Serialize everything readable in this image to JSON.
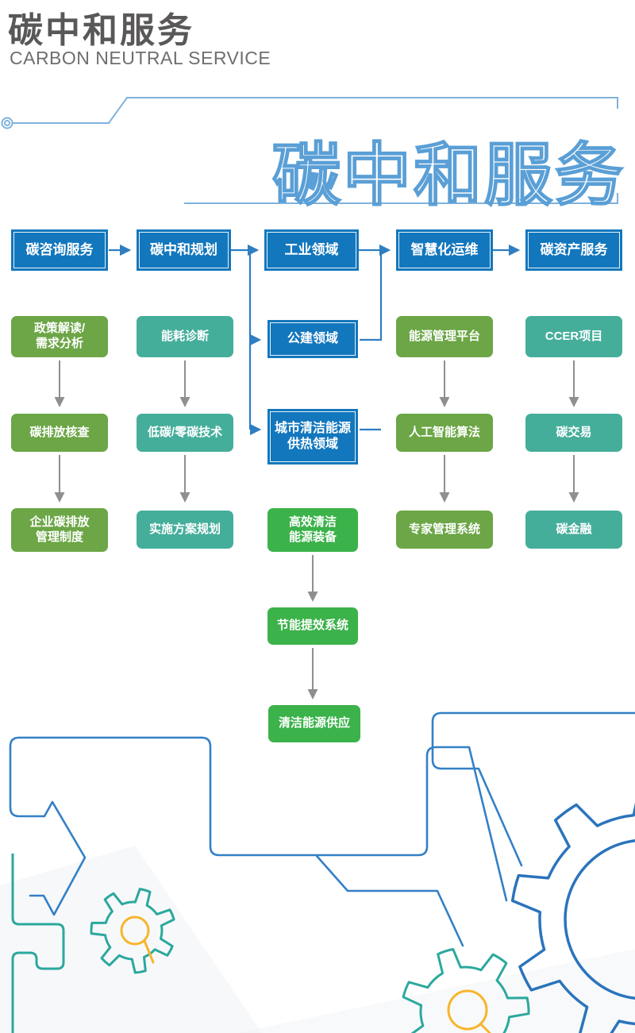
{
  "header": {
    "title_cn": "碳中和服务",
    "title_en": "CARBON NEUTRAL SERVICE",
    "watermark": "碳中和服务"
  },
  "colors": {
    "title_gray": "#595757",
    "subtitle_gray": "#6f6e6e",
    "header_box_blue": "#1377BD",
    "olive_green": "#6CA646",
    "teal_green": "#45AE9B",
    "bright_green": "#3BB24A",
    "connector_blue": "#2E7EC1",
    "arrow_gray": "#8f8f8f",
    "deco_light_blue": "#7FB2DC",
    "outline_text_blue": "#5A9FD6",
    "deco_teal": "#2BA89E",
    "deco_blue": "#2A74BC",
    "deco_yellow": "#F7B52C"
  },
  "flow": {
    "columns": [
      {
        "header": "碳咨询服务",
        "children": [
          {
            "label": "政策解读/\n需求分析"
          },
          {
            "label": "碳排放核查"
          },
          {
            "label": "企业碳排放\n管理制度"
          }
        ]
      },
      {
        "header": "碳中和规划",
        "children": [
          {
            "label": "能耗诊断"
          },
          {
            "label": "低碳/零碳技术"
          },
          {
            "label": "实施方案规划"
          }
        ]
      },
      {
        "header": "工业领域",
        "domains": [
          {
            "label": "公建领域"
          },
          {
            "label": "城市清洁能源\n供热领域"
          }
        ],
        "children": [
          {
            "label": "高效清洁\n能源装备"
          },
          {
            "label": "节能提效系统"
          },
          {
            "label": "清洁能源供应"
          }
        ]
      },
      {
        "header": "智慧化运维",
        "children": [
          {
            "label": "能源管理平台"
          },
          {
            "label": "人工智能算法"
          },
          {
            "label": "专家管理系统"
          }
        ]
      },
      {
        "header": "碳资产服务",
        "children": [
          {
            "label": "CCER项目"
          },
          {
            "label": "碳交易"
          },
          {
            "label": "碳金融"
          }
        ]
      }
    ]
  }
}
